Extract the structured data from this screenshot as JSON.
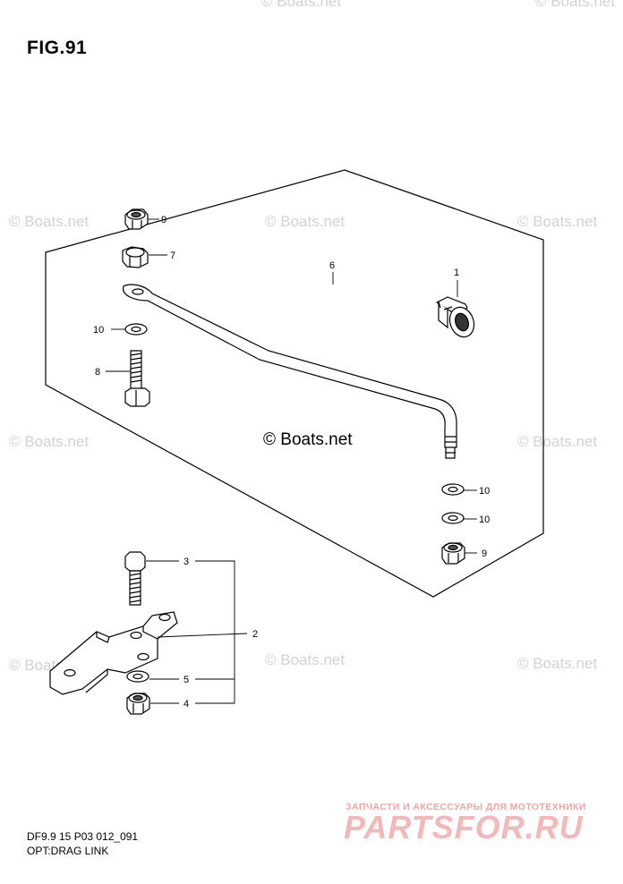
{
  "figure": {
    "title": "FIG.91",
    "model_code": "DF9.9 15 P03 012_091",
    "caption": "OPT:DRAG LINK"
  },
  "watermarks": {
    "text": "© Boats.net",
    "center_text": "© Boats.net"
  },
  "brand": {
    "tagline": "ЗАПЧАСТИ И АКСЕССУАРЫ ДЛЯ МОТОТЕХНИКИ",
    "logo": "PARTSFOR.RU",
    "color": "#f2a8a8"
  },
  "callouts": {
    "p1": "1",
    "p2": "2",
    "p3": "3",
    "p4": "4",
    "p5": "5",
    "p6": "6",
    "p7": "7",
    "p8": "8",
    "p9a": "9",
    "p9b": "9",
    "p10a": "10",
    "p10b": "10",
    "p10c": "10"
  }
}
